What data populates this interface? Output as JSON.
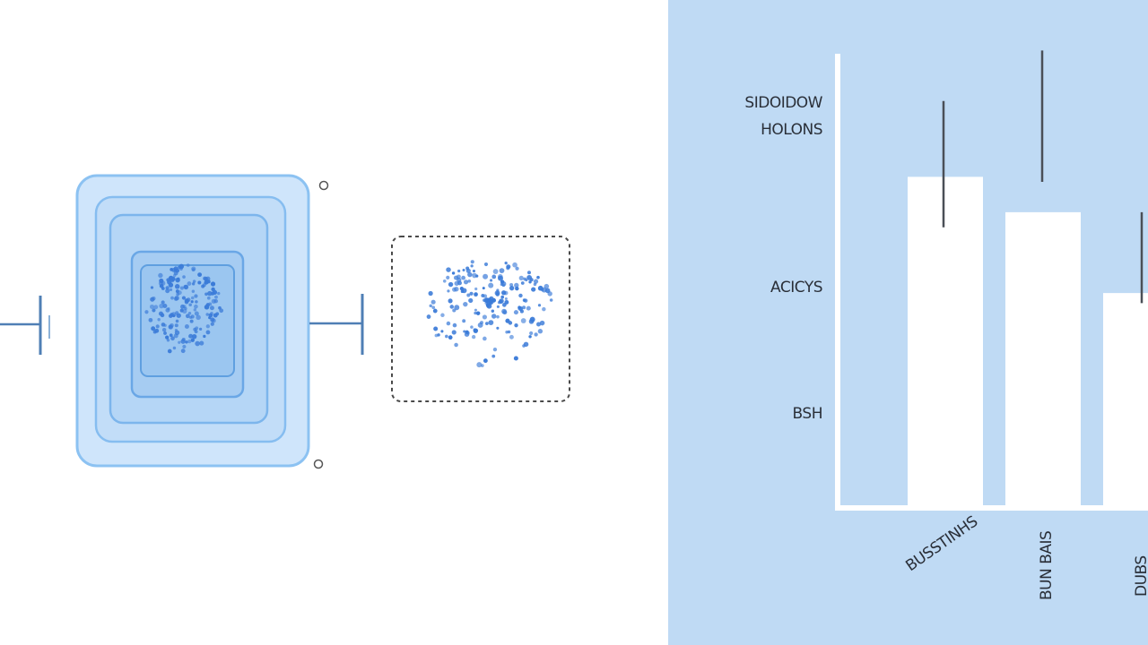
{
  "colors": {
    "panel_background": "#bfdaf4",
    "bar_fill": "#ffffff",
    "axis": "#ffffff",
    "error_bar": "#4a4f57",
    "frame_stroke": "#8cc2f2",
    "dots": "#3b7bd8",
    "dashed_border": "#4a4a4a"
  },
  "illustration": {
    "left_icon": "connector-icon",
    "center_icon": "nested-frame-icon",
    "right_icon": "dot-cluster-icon"
  },
  "chart_data": {
    "type": "bar",
    "title": "",
    "y_tick_labels": [
      "SIDOIDOW",
      "HOLONS",
      "ACICYS",
      "BSH"
    ],
    "categories": [
      "BUSSTINHS",
      "BUN BAIS",
      "DUBS"
    ],
    "values": [
      65,
      58,
      42
    ],
    "error_bars": [
      [
        55,
        80
      ],
      [
        64,
        90
      ],
      [
        40,
        58
      ]
    ],
    "ylim": [
      0,
      100
    ],
    "grid": false
  }
}
